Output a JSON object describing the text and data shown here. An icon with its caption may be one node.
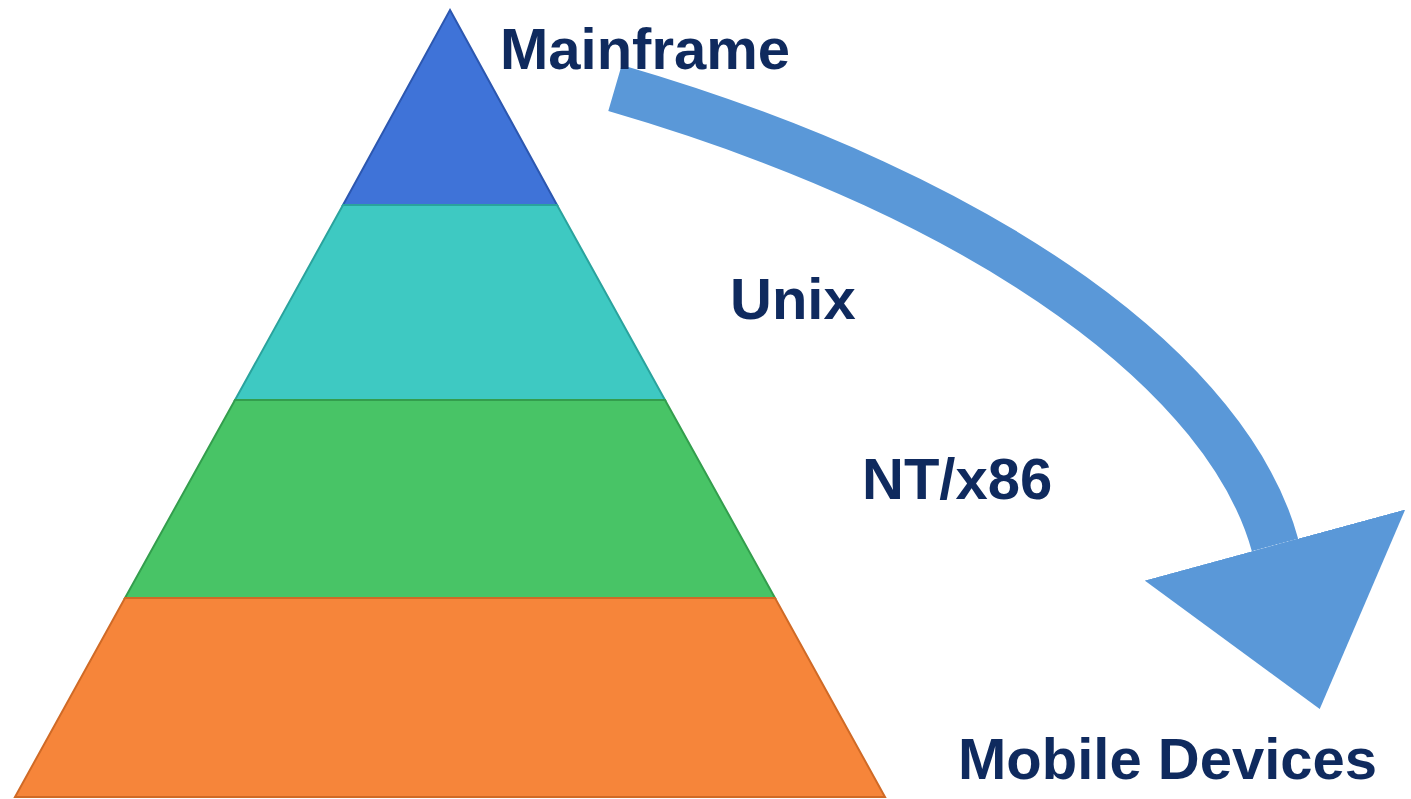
{
  "diagram": {
    "nodes": [
      {
        "text": [
          "Mainframe"
        ]
      },
      {
        "text": [
          "Unix"
        ]
      },
      {
        "text": [
          "NT/x86"
        ]
      },
      {
        "text": [
          "Mobile Devices"
        ]
      }
    ],
    "edges": [
      {
        "from": 0,
        "to": 3,
        "arrow": "to"
      }
    ]
  }
}
